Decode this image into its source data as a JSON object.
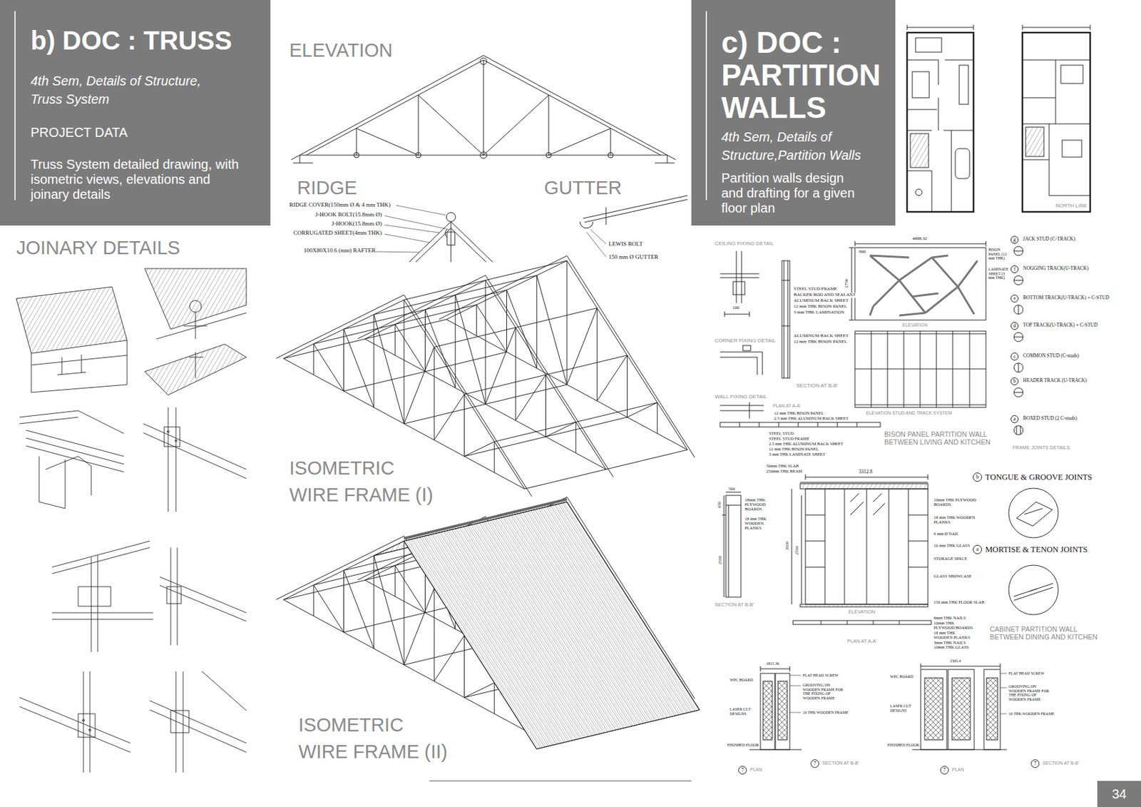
{
  "diagram": {
    "nodes": [
      {
        "text": [
          "b) DOC : TRUSS",
          "4th Sem, Details of Structure, Truss System",
          "PROJECT DATA",
          "Truss System detailed drawing, with isometric views, elevations and joinary details"
        ]
      },
      {
        "text": [
          "c) DOC : PARTITION WALLS",
          "4th Sem, Details of Structure,Partition Walls",
          "Partition walls design and drafting for a given floor plan"
        ]
      },
      {
        "text": [
          "34"
        ]
      },
      {
        "text": [
          "g"
        ]
      },
      {
        "text": [
          "f"
        ]
      },
      {
        "text": [
          "e"
        ]
      },
      {
        "text": [
          "d"
        ]
      },
      {
        "text": [
          "c"
        ]
      },
      {
        "text": [
          "b"
        ]
      },
      {
        "text": [
          "a"
        ]
      },
      {
        "text": [
          "b"
        ]
      },
      {
        "text": [
          "a"
        ]
      },
      {
        "text": [
          "7"
        ]
      },
      {
        "text": [
          "7"
        ]
      },
      {
        "text": [
          "7"
        ]
      },
      {
        "text": [
          "7"
        ]
      }
    ],
    "labels": [
      "ELEVATION",
      "RIDGE",
      "GUTTER",
      "JOINARY DETAILS",
      "ISOMETRIC WIRE FRAME (I)",
      "ISOMETRIC WIRE FRAME (II)",
      "RIDGE COVER(150mm Ø & 4 mm THK)",
      "J-HOOK BOLT(15.8mm Ø)",
      "J-HOOK(15.8mm Ø)",
      "CORRUGATED SHEET(4mm THK)",
      "100X80X10.6 (mm) RAFTER",
      "LEWIS BOLT",
      "150 mm Ø GUTTER",
      "NORTH LINE",
      "CEILING FIXING DETAIL",
      "CORNER FIXING DETAIL",
      "WALL FIXING DETAIL",
      "STEEL STUD FRAME",
      "BACKER ROD AND SEALANT",
      "ALUMINUM BACK SHEET",
      "12 mm THK BISON PANEL",
      "3 mm THK LAMINATION",
      "ALUMINUM BACK SHEET",
      "12 mm THK BISON PANEL",
      "SECTION AT B-B'",
      "4888.32",
      "2750",
      "900",
      "BISON PANEL (12 mm THK)",
      "LAMINATE SHEET (3 mm THK)",
      "ELEVATION",
      "ELEVATION STUD AND TRACK SYSTEM",
      "PLAN AT A-A'",
      "12 mm THK BISON PANEL",
      "2.5 mm THK ALUMINUM BACK SHEET",
      "STEEL STUD",
      "STEEL STUD FRAME",
      "2.5 mm THK ALUMINUM BACK SHEET",
      "12 mm THK BISON PANEL",
      "3 mm THK LAMINATE SHEET",
      "BISON PANEL PARTITION WALL BETWEEN LIVING AND KITCHEN",
      "JACK STUD (C-TRACK)",
      "NOGGING TRACK(U-TRACK)",
      "BOTTOM TRACK(U-TRACK) + C-STUD",
      "TOP TRACK(U-TRACK) + C-STUD",
      "COMMON STUD (C-studs)",
      "HEADER TRACK (U-TRACK)",
      "BOXED STUD (2 C-studs)",
      "FRAME JOINTS DETAILS",
      "50mm THK SLAB",
      "250mm THK BEAM",
      "3312.8",
      "500",
      "450",
      "2560",
      "18mm THK PLYWOOD BOARDS",
      "18 mm THK WOODEN PLANKS",
      "SECTION AT B-B'",
      "3000",
      "2560",
      "10mm THK PLYWOOD BOARDS",
      "18 mm THK WOODEN PLANKS",
      "6 mm Ø NAIL",
      "10 mm THK GLASS",
      "STORAGE SPACE",
      "GLASS SHOWCASE",
      "150 mm THK FLOOR SLAB",
      "ELEVATION",
      "6mm THK NAILS",
      "10mm THK",
      "PLYWOOD BOARDS",
      "18 mm THK",
      "WOODEN PLANKS",
      "3mm THK NAILS",
      "10mm THK GLASS",
      "PLAN AT A-A'",
      "CABINET PARTITION WALL BETWEEN DINING AND KITCHEN",
      "TONGUE & GROOVE JOINTS",
      "MORTISE & TENON JOINTS",
      "1815.36",
      "2305.4",
      "FLAT HEAD SCREW",
      "GROOVING ON WOODEN FRAME FOR THE FIXING OF WOODEN FRAME",
      "10 THK WOODEN FRAME",
      "WPC BOARD",
      "LASER CUT DESIGNS",
      "FINISHED FLOOR",
      "PLAN",
      "SECTION AT B-B'",
      "FLAT HEAD SCREW",
      "GROOVING ON WOODEN FRAME FOR THE FIXING OF WOODEN FRAME",
      "10 THK WOODEN FRAME",
      "WPC BOARD",
      "LASER CUT DESIGNS",
      "FINISHED FLOOR",
      "PLAN",
      "SECTION AT B-B'",
      "100"
    ]
  }
}
